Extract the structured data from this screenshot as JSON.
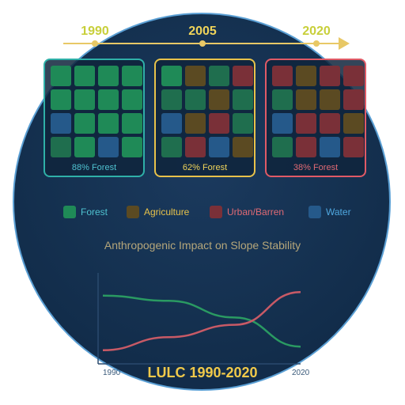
{
  "timeline": {
    "years": [
      "1990",
      "2005",
      "2020"
    ],
    "color": "#e8c866",
    "year_colors": [
      "#c8cf3a",
      "#f0d45a",
      "#c8cf3a"
    ]
  },
  "colors": {
    "forest": "#1f8a57",
    "forest_dark": "#1f6e4e",
    "agriculture": "#5b4a22",
    "urban": "#7a3038",
    "water": "#25598a",
    "panel_1990_border": "#2fb0a8",
    "panel_2005_border": "#e8c24a",
    "panel_2020_border": "#e05a66"
  },
  "panels": [
    {
      "caption": "88% Forest",
      "caption_color": "#4fc2d0",
      "cells": [
        "forest",
        "forest",
        "forest",
        "forest",
        "forest",
        "forest",
        "forest",
        "forest",
        "water",
        "forest",
        "forest",
        "forest",
        "forest_dark",
        "forest",
        "water",
        "forest"
      ]
    },
    {
      "caption": "62% Forest",
      "caption_color": "#f0d45a",
      "cells": [
        "forest",
        "agriculture",
        "forest_dark",
        "urban",
        "forest_dark",
        "forest_dark",
        "agriculture",
        "forest_dark",
        "water",
        "agriculture",
        "urban",
        "forest_dark",
        "forest_dark",
        "urban",
        "water",
        "agriculture"
      ]
    },
    {
      "caption": "38% Forest",
      "caption_color": "#e06a74",
      "cells": [
        "urban",
        "agriculture",
        "urban",
        "urban",
        "forest_dark",
        "agriculture",
        "agriculture",
        "urban",
        "water",
        "urban",
        "urban",
        "agriculture",
        "forest_dark",
        "urban",
        "water",
        "urban"
      ]
    }
  ],
  "legend": [
    {
      "label": "Forest",
      "color": "#1f8a57",
      "text_color": "#4fc2d0"
    },
    {
      "label": "Agriculture",
      "color": "#5b4a22",
      "text_color": "#e8c24a"
    },
    {
      "label": "Urban/Barren",
      "color": "#7a3038",
      "text_color": "#e06a74"
    },
    {
      "label": "Water",
      "color": "#25598a",
      "text_color": "#4fa8e0"
    }
  ],
  "impact_title": "Anthropogenic Impact on Slope Stability",
  "chart_data": {
    "type": "line",
    "x": [
      1990,
      2000,
      2010,
      2020
    ],
    "x_tick_labels": [
      "1990",
      "2020"
    ],
    "series": [
      {
        "color": "#2a9a62",
        "values": [
          0.85,
          0.78,
          0.55,
          0.15
        ]
      },
      {
        "color": "#c85a66",
        "values": [
          0.1,
          0.28,
          0.45,
          0.9
        ]
      }
    ],
    "ylim": [
      0,
      1
    ],
    "xlim": [
      1990,
      2020
    ],
    "grid": false
  },
  "main_title": "LULC 1990-2020"
}
